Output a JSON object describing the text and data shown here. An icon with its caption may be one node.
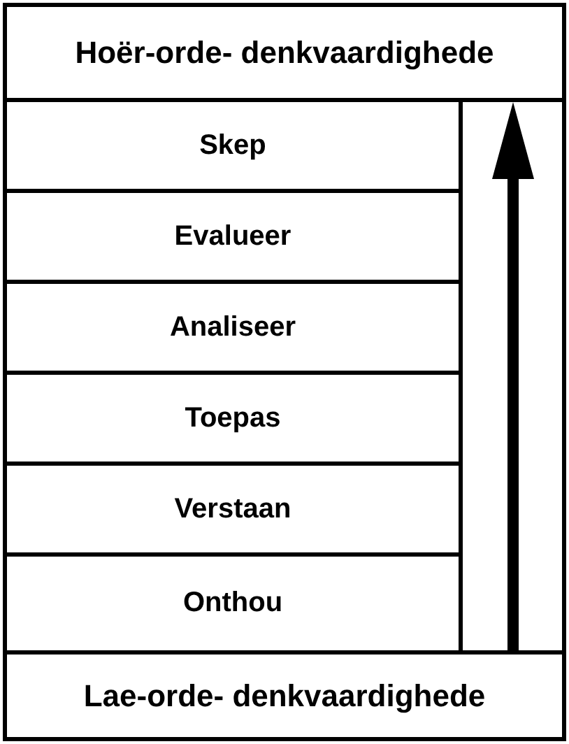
{
  "diagram": {
    "nodes": [
      {
        "text": [
          "Hoër-orde- denkvaardighede"
        ]
      },
      {
        "text": [
          "Skep"
        ]
      },
      {
        "text": [
          "Evalueer"
        ]
      },
      {
        "text": [
          "Analiseer"
        ]
      },
      {
        "text": [
          "Toepas"
        ]
      },
      {
        "text": [
          "Verstaan"
        ]
      },
      {
        "text": [
          "Onthou"
        ]
      },
      {
        "text": [
          "Lae-orde- denkvaardighede"
        ]
      }
    ],
    "edges": [
      {
        "from": 7,
        "to": 0,
        "arrow": "to"
      }
    ]
  }
}
